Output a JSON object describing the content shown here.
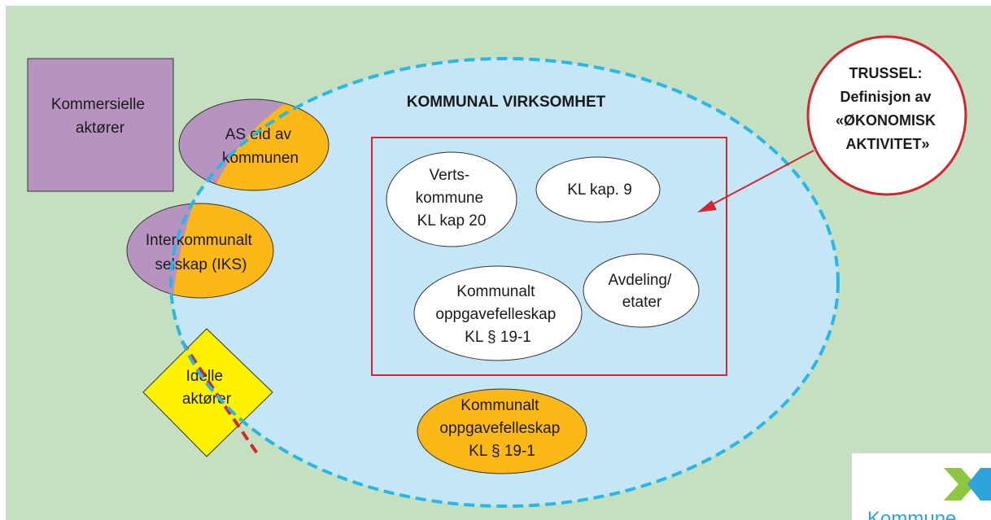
{
  "colors": {
    "background": "#c5e0c0",
    "main_area": "#c4e6f7",
    "main_border": "#29b6e8",
    "purple": "#b794c0",
    "orange": "#fbb817",
    "yellow": "#fff200",
    "red": "#d22630",
    "white": "#ffffff",
    "logo_green": "#8dc63f",
    "logo_blue": "#2ea3dc"
  },
  "main_area": {
    "title": "KOMMUNAL VIRKSOMHET"
  },
  "commercial": {
    "line1": "Kommersielle",
    "line2": "aktører"
  },
  "as_owned": {
    "line1": "AS eid av",
    "line2": "kommunen"
  },
  "iks": {
    "line1": "Interkommunalt",
    "line2": "selskap (IKS)"
  },
  "ideal": {
    "line1": "Idelle",
    "line2": "aktører"
  },
  "host_municipality": {
    "line1": "Verts-",
    "line2": "kommune",
    "line3": "KL kap 20"
  },
  "kl_chapter9": {
    "label": "KL kap. 9"
  },
  "municipal_cooperation_inner": {
    "line1": "Kommunalt",
    "line2": "oppgavefelleskap",
    "line3": "KL § 19-1"
  },
  "departments": {
    "line1": "Avdeling/",
    "line2": "etater"
  },
  "municipal_cooperation_outer": {
    "line1": "Kommunalt",
    "line2": "oppgavefelleskap",
    "line3": "KL § 19-1"
  },
  "threat": {
    "line1": "TRUSSEL:",
    "line2": "Definisjon av",
    "line3": "«ØKONOMISK",
    "line4": "AKTIVITET»"
  },
  "logo": {
    "text": "Kommune"
  }
}
